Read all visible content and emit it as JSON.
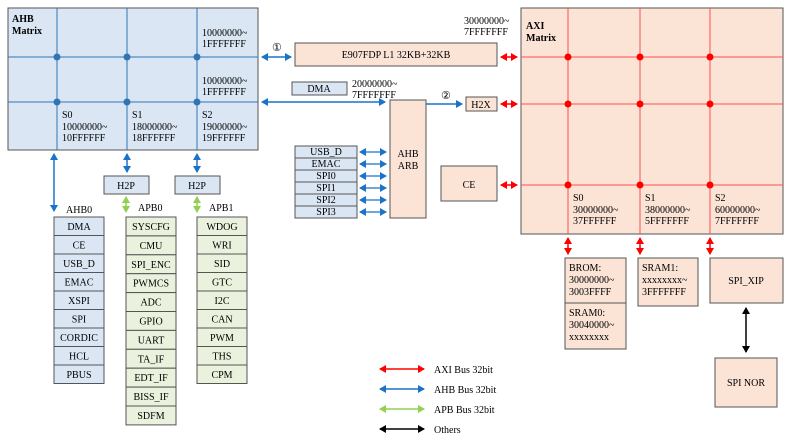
{
  "colors": {
    "ahb_fill": "#dae6f4",
    "axi_fill": "#fbe3d6",
    "apb_fill": "#eaf1dd",
    "cell_fill": "#fbe3d6",
    "red": "#ff0000",
    "blue": "#1a73c9",
    "green": "#92d050",
    "black": "#000000",
    "grid_blue": "#2e75b6",
    "grid_red": "#ff4d4d"
  },
  "ahb_matrix": {
    "title": [
      "AHB",
      "Matrix"
    ],
    "map_top": [
      "10000000~",
      "1FFFFFFF"
    ],
    "map_mid": [
      "10000000~",
      "1FFFFFFF"
    ],
    "slaves": [
      {
        "name": "S0",
        "range": [
          "10000000~",
          "10FFFFFF"
        ]
      },
      {
        "name": "S1",
        "range": [
          "18000000~",
          "18FFFFFF"
        ]
      },
      {
        "name": "S2",
        "range": [
          "19000000~",
          "19FFFFFF"
        ]
      }
    ]
  },
  "axi_matrix": {
    "title": [
      "AXI",
      "Matrix"
    ],
    "map_top": [
      "30000000~",
      "7FFFFFFF"
    ],
    "slaves": [
      {
        "name": "S0",
        "range": [
          "30000000~",
          "37FFFFFF"
        ]
      },
      {
        "name": "S1",
        "range": [
          "38000000~",
          "5FFFFFFF"
        ]
      },
      {
        "name": "S2",
        "range": [
          "60000000~",
          "7FFFFFFF"
        ]
      }
    ]
  },
  "cpu": "E907FDP L1 32KB+32KB",
  "dma": "DMA",
  "dma_range": [
    "20000000~",
    "7FFFFFFF"
  ],
  "marker_1": "①",
  "marker_2": "②",
  "ahb_arb": [
    "AHB",
    "ARB"
  ],
  "h2x": "H2X",
  "ce": "CE",
  "masters": [
    "USB_D",
    "EMAC",
    "SPI0",
    "SPI1",
    "SPI2",
    "SPI3"
  ],
  "h2p_labels": [
    "H2P",
    "H2P"
  ],
  "ahb0": {
    "title": "AHB0",
    "items": [
      "DMA",
      "CE",
      "USB_D",
      "EMAC",
      "XSPI",
      "SPI",
      "CORDIC",
      "HCL",
      "PBUS"
    ]
  },
  "apb0": {
    "title": "APB0",
    "items": [
      "SYSCFG",
      "CMU",
      "SPI_ENC",
      "PWMCS",
      "ADC",
      "GPIO",
      "UART",
      "TA_IF",
      "EDT_IF",
      "BISS_IF",
      "SDFM"
    ]
  },
  "apb1": {
    "title": "APB1",
    "items": [
      "WDOG",
      "WRI",
      "SID",
      "GTC",
      "I2C",
      "CAN",
      "PWM",
      "THS",
      "CPM"
    ]
  },
  "brom": [
    "BROM:",
    "30000000~",
    "3003FFFF"
  ],
  "sram0": [
    "SRAM0:",
    "30040000~",
    "xxxxxxxx"
  ],
  "sram1": [
    "SRAM1:",
    "xxxxxxxx~",
    "3FFFFFFF"
  ],
  "spi_xip": "SPI_XIP",
  "spi_nor": "SPI NOR",
  "legend": [
    "AXI Bus 32bit",
    "AHB Bus 32bit",
    "APB Bus 32bit",
    "Others"
  ]
}
